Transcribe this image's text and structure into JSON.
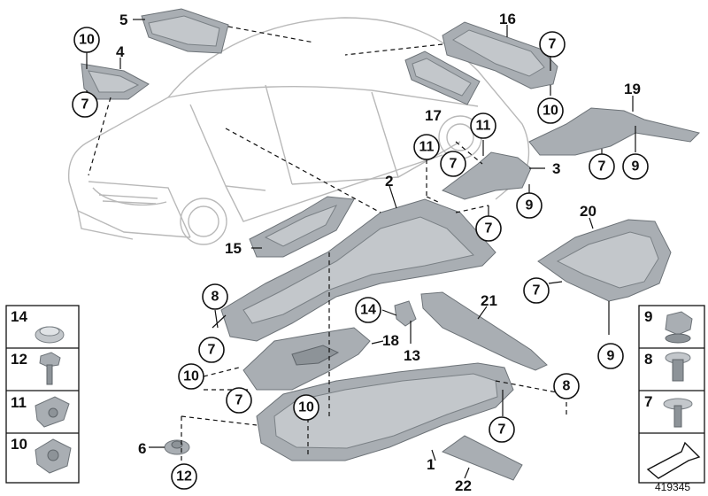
{
  "diagram": {
    "document_number": "419345",
    "callouts": {
      "c1": "1",
      "c2": "2",
      "c3": "3",
      "c4": "4",
      "c5": "5",
      "c6": "6",
      "c13": "13",
      "c15": "15",
      "c16": "16",
      "c17": "17",
      "c18": "18",
      "c19": "19",
      "c20": "20",
      "c21": "21",
      "c22": "22"
    },
    "circled": {
      "r10a": "10",
      "r7a": "7",
      "r7b": "7",
      "r10b": "10",
      "r11a": "11",
      "r11b": "11",
      "r7c": "7",
      "r9a": "9",
      "r7d": "7",
      "r9b": "9",
      "r7e": "7",
      "r7f": "7",
      "r9c": "9",
      "r8a": "8",
      "r7g": "7",
      "r10c": "10",
      "r7h": "7",
      "r14": "14",
      "r10d": "10",
      "r8b": "8",
      "r7i": "7",
      "r12": "12"
    },
    "fastener_legend": [
      {
        "label": "14",
        "icon": "push-rivet-icon"
      },
      {
        "label": "12",
        "icon": "hex-bolt-icon"
      },
      {
        "label": "11",
        "icon": "clip-nut-icon"
      },
      {
        "label": "10",
        "icon": "speed-nut-icon"
      }
    ],
    "fastener_legend_right": [
      {
        "label": "9",
        "icon": "collar-nut-icon"
      },
      {
        "label": "8",
        "icon": "expanding-rivet-icon"
      },
      {
        "label": "7",
        "icon": "flange-screw-icon"
      }
    ]
  }
}
